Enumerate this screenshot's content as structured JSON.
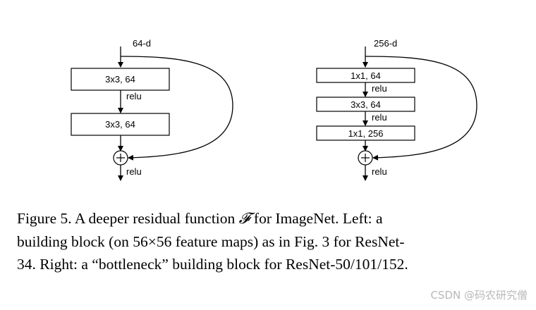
{
  "left_block": {
    "input_dim": "64-d",
    "layer1": "3x3, 64",
    "act1": "relu",
    "layer2": "3x3, 64",
    "out_act": "relu"
  },
  "right_block": {
    "input_dim": "256-d",
    "layer1": "1x1, 64",
    "act1": "relu",
    "layer2": "3x3, 64",
    "act2": "relu",
    "layer3": "1x1, 256",
    "out_act": "relu"
  },
  "caption": {
    "line1_a": "Figure 5. A deeper residual function ",
    "line1_symbol": "𝓕",
    "line1_b": " for ImageNet.  Left: a",
    "line2": "building block (on 56×56 feature maps) as in Fig. 3 for ResNet-",
    "line3": "34. Right: a “bottleneck” building block for ResNet-50/101/152."
  },
  "watermark": "CSDN @码农研究僧"
}
